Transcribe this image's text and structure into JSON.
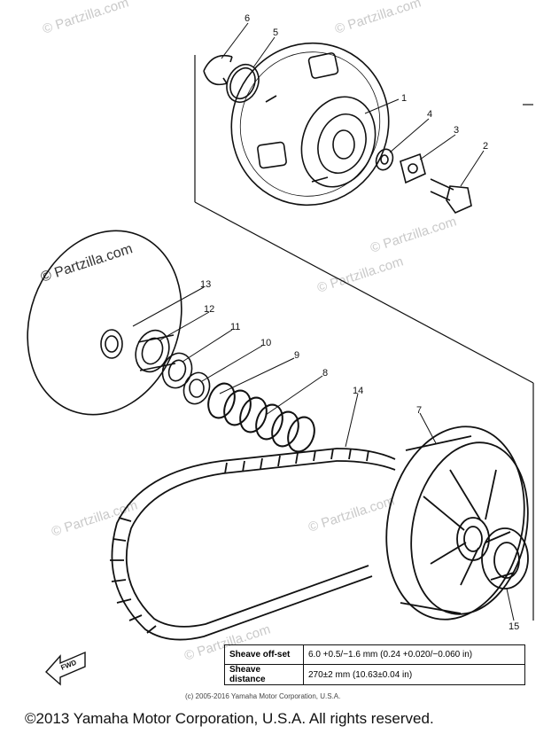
{
  "watermarks": [
    "© Partzilla.com",
    "© Partzilla.com",
    "© Partzilla.com",
    "© Partzilla.com",
    "© Partzilla.com",
    "© Partzilla.com",
    "© Partzilla.com",
    "© Partzilla.com"
  ],
  "callouts": [
    "1",
    "2",
    "3",
    "4",
    "5",
    "6",
    "7",
    "8",
    "9",
    "10",
    "11",
    "12",
    "13",
    "14",
    "15"
  ],
  "spec_table": {
    "rows": [
      {
        "label": "Sheave off-set",
        "value": "6.0 +0.5/−1.6 mm (0.24 +0.020/−0.060 in)"
      },
      {
        "label": "Sheave distance",
        "value": "270±2 mm (10.63±0.04 in)"
      }
    ]
  },
  "fwd_label": "FWD",
  "copyright_small": "(c) 2005-2016 Yamaha Motor Corporation, U.S.A.",
  "copyright_main": "©2013 Yamaha Motor Corporation, U.S.A. All rights reserved."
}
